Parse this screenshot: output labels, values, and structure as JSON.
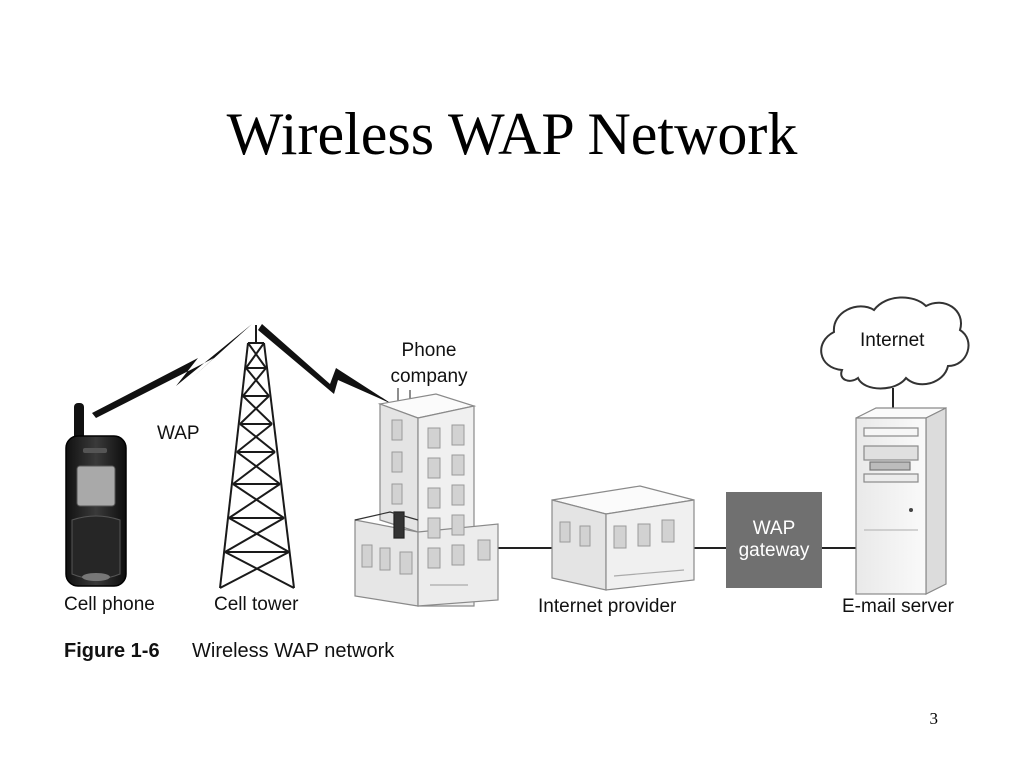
{
  "slide": {
    "title": "Wireless WAP Network",
    "page_number": "3"
  },
  "diagram": {
    "labels": {
      "wap": "WAP",
      "phone_company_line1": "Phone",
      "phone_company_line2": "company",
      "internet": "Internet",
      "wap_gateway_line1": "WAP",
      "wap_gateway_line2": "gateway",
      "cell_phone": "Cell phone",
      "cell_tower": "Cell tower",
      "internet_provider": "Internet provider",
      "email_server": "E-mail server"
    },
    "caption": {
      "number": "Figure 1-6",
      "text": "Wireless WAP network"
    },
    "colors": {
      "gateway_fill": "#707070",
      "building": "#f2f2f2",
      "line": "#222222"
    }
  }
}
